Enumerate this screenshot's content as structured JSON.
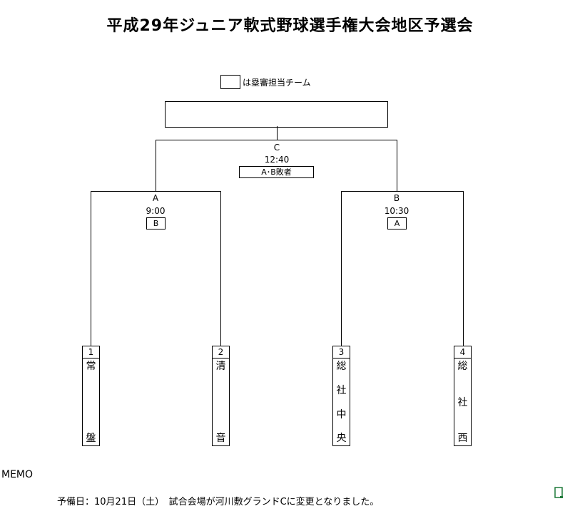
{
  "title": "平成29年ジュニア軟式野球選手権大会地区予選会",
  "legend": {
    "text": "は塁審担当チーム"
  },
  "final_match": {
    "label": "C",
    "time": "12:40",
    "umpire": "A･B敗者"
  },
  "match_a": {
    "label": "A",
    "time": "9:00",
    "umpire": "B"
  },
  "match_b": {
    "label": "B",
    "time": "10:30",
    "umpire": "A"
  },
  "teams": [
    {
      "num": "1",
      "chars": [
        "常",
        "盤"
      ]
    },
    {
      "num": "2",
      "chars": [
        "清",
        "音"
      ]
    },
    {
      "num": "3",
      "chars": [
        "総",
        "社",
        "中",
        "央"
      ]
    },
    {
      "num": "4",
      "chars": [
        "総",
        "社",
        "西"
      ]
    }
  ],
  "memo": {
    "label": "MEMO",
    "text": "予備日：10月21日（土）　試合会場が河川敷グランドCに変更となりました。"
  },
  "icons": {
    "memo_icon": "document-icon"
  }
}
